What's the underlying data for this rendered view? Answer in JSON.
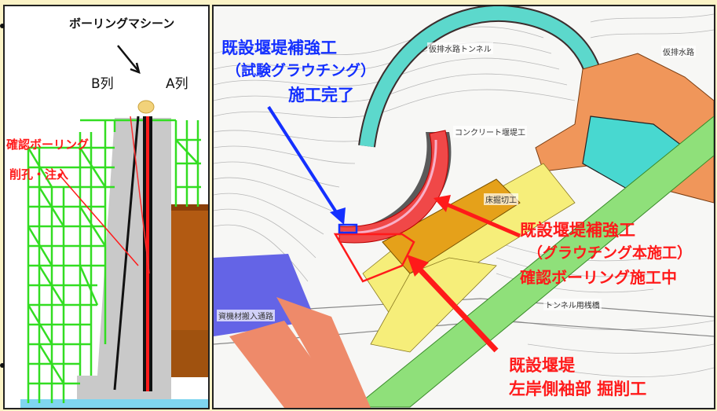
{
  "left_panel": {
    "machine_label": "ボーリングマシーン",
    "col_b": "B列",
    "col_a": "A列",
    "check_boring": "確認ボーリング",
    "drill_inject": "削孔・注入"
  },
  "right_panel": {
    "callout_done": [
      "既設堰堤補強工",
      "（試験グラウチング）",
      "施工完了"
    ],
    "callout_main": [
      "既設堰堤補強工",
      "（グラウチング本施工）",
      "確認ボーリング施工中"
    ],
    "callout_excavation": [
      "既設堰堤",
      "左岸側袖部 掘削工"
    ],
    "map_labels": {
      "temp_tunnel": "仮排水路トンネル",
      "temp_tunnel_2": "仮排水路",
      "concrete_dam": "コンクリート堰堤工",
      "excavation": "床掘切工",
      "material_road": "資機材搬入通路",
      "tunnel_bridge": "トンネル用桟橋"
    }
  },
  "colors": {
    "background": "#fbf3c6",
    "scaffold": "#33dd22",
    "dam_body": "#c8c8c8",
    "callout_blue": "#1430ff",
    "callout_red": "#ff1a1a"
  }
}
